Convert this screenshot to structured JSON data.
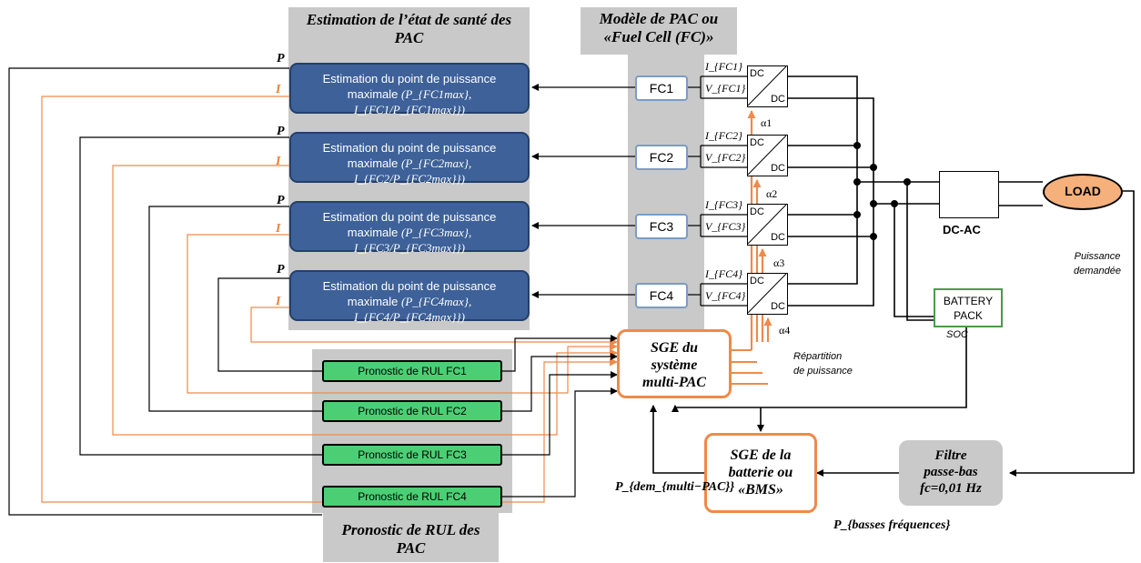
{
  "panels": {
    "health_title": "Estimation de l’état de santé des PAC",
    "fc_model_title": "Modèle de PAC ou «Fuel Cell (FC)»",
    "rul_title": "Pronostic de RUL des PAC"
  },
  "estimation_boxes": [
    {
      "line1": "Estimation du point de puissance",
      "line2_prefix": "maximale",
      "formula": "(P_{FC1max}, I_{FC1/P_{FC1max}})"
    },
    {
      "line1": "Estimation du point de puissance",
      "line2_prefix": "maximale",
      "formula": "(P_{FC2max}, I_{FC2/P_{FC2max}})"
    },
    {
      "line1": "Estimation du point de puissance",
      "line2_prefix": "maximale",
      "formula": "(P_{FC3max}, I_{FC3/P_{FC3max}})"
    },
    {
      "line1": "Estimation du point de puissance",
      "line2_prefix": "maximale",
      "formula": "(P_{FC4max}, I_{FC4/P_{FC4max}})"
    }
  ],
  "signal_labels": {
    "p": "P",
    "i": "I"
  },
  "fuel_cells": [
    "FC1",
    "FC2",
    "FC3",
    "FC4"
  ],
  "currents": [
    "I_{FC1}",
    "I_{FC2}",
    "I_{FC3}",
    "I_{FC4}"
  ],
  "voltages": [
    "V_{FC1}",
    "V_{FC2}",
    "V_{FC3}",
    "V_{FC4}"
  ],
  "converter": {
    "in": "DC",
    "out": "DC"
  },
  "alphas": [
    "α1",
    "α2",
    "α3",
    "α4"
  ],
  "rul_boxes": [
    "Pronostic de RUL FC1",
    "Pronostic de RUL FC2",
    "Pronostic de RUL FC3",
    "Pronostic de RUL FC4"
  ],
  "sge_multi": {
    "line1": "SGE du",
    "line2": "système",
    "line3": "multi-PAC"
  },
  "power_split": {
    "line1": "Répartition",
    "line2": "de puissance"
  },
  "inverter_label": "DC-AC",
  "load": {
    "label": "LOAD",
    "caption1": "Puissance",
    "caption2": "demandée"
  },
  "battery": {
    "line1": "BATTERY",
    "line2": "PACK",
    "soc": "SOC"
  },
  "sge_battery": {
    "line1": "SGE de la",
    "line2": "batterie ou",
    "line3": "«BMS»"
  },
  "filter": {
    "line1": "Filtre",
    "line2": "passe-bas",
    "line3": "fc=0,01 Hz"
  },
  "p_dem": "P_{dem_{multi−PAC}}",
  "p_low": "P_{basses fréquences}",
  "colors": {
    "est_fill": "#3d6198",
    "orange": "#ee8a4a",
    "green": "#4ccf74",
    "gray": "#c9c9c9",
    "load": "#f5b07c"
  }
}
